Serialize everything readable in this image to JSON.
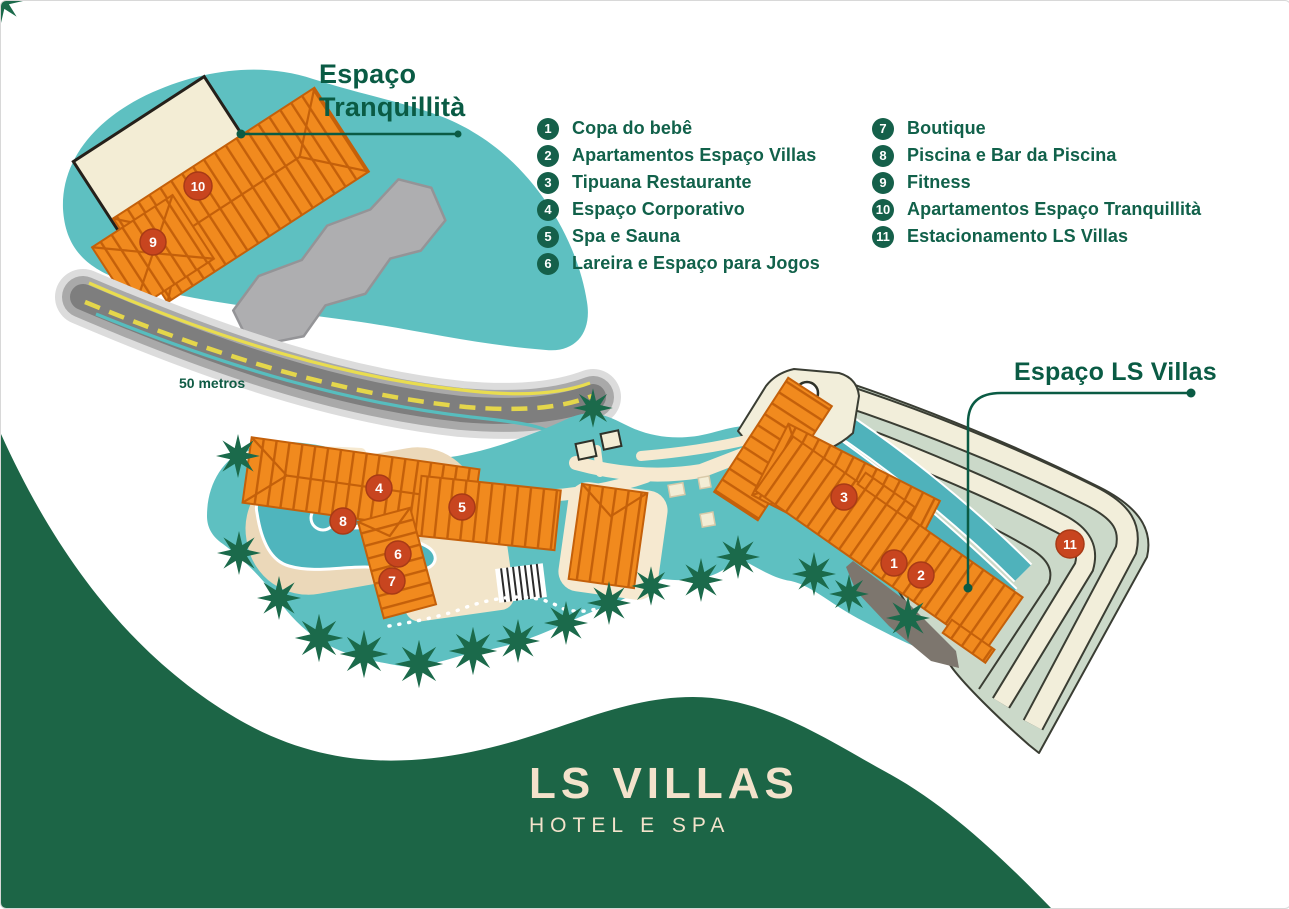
{
  "titles": {
    "tranquillita": {
      "line1": "Espaço",
      "line2": "Tranquillità"
    },
    "ls_villas": "Espaço LS Villas"
  },
  "legend": {
    "column1": [
      {
        "number": "1",
        "label": "Copa do bebê"
      },
      {
        "number": "2",
        "label": "Apartamentos Espaço Villas"
      },
      {
        "number": "3",
        "label": "Tipuana Restaurante"
      },
      {
        "number": "4",
        "label": "Espaço Corporativo"
      },
      {
        "number": "5",
        "label": "Spa e Sauna"
      },
      {
        "number": "6",
        "label": "Lareira e Espaço para Jogos"
      }
    ],
    "column2": [
      {
        "number": "7",
        "label": "Boutique"
      },
      {
        "number": "8",
        "label": "Piscina e Bar da Piscina"
      },
      {
        "number": "9",
        "label": "Fitness"
      },
      {
        "number": "10",
        "label": "Apartamentos Espaço Tranquillità"
      },
      {
        "number": "11",
        "label": "Estacionamento LS Villas"
      }
    ]
  },
  "map": {
    "scale_label": "50 metros",
    "badge_numbers": [
      "1",
      "2",
      "3",
      "4",
      "5",
      "6",
      "7",
      "8",
      "9",
      "10",
      "11"
    ]
  },
  "logo": {
    "name": "LS VILLAS",
    "subtitle": "HOTEL E SPA"
  },
  "colors": {
    "accent_green": "#0a5b44",
    "roof_orange": "#f18a1e",
    "water_teal": "#5ec0c1",
    "badge_red": "#c8451f",
    "parking_sage": "#cbd9c9",
    "wave_green": "#1c6546",
    "logo_cream": "#f3e2cb"
  }
}
